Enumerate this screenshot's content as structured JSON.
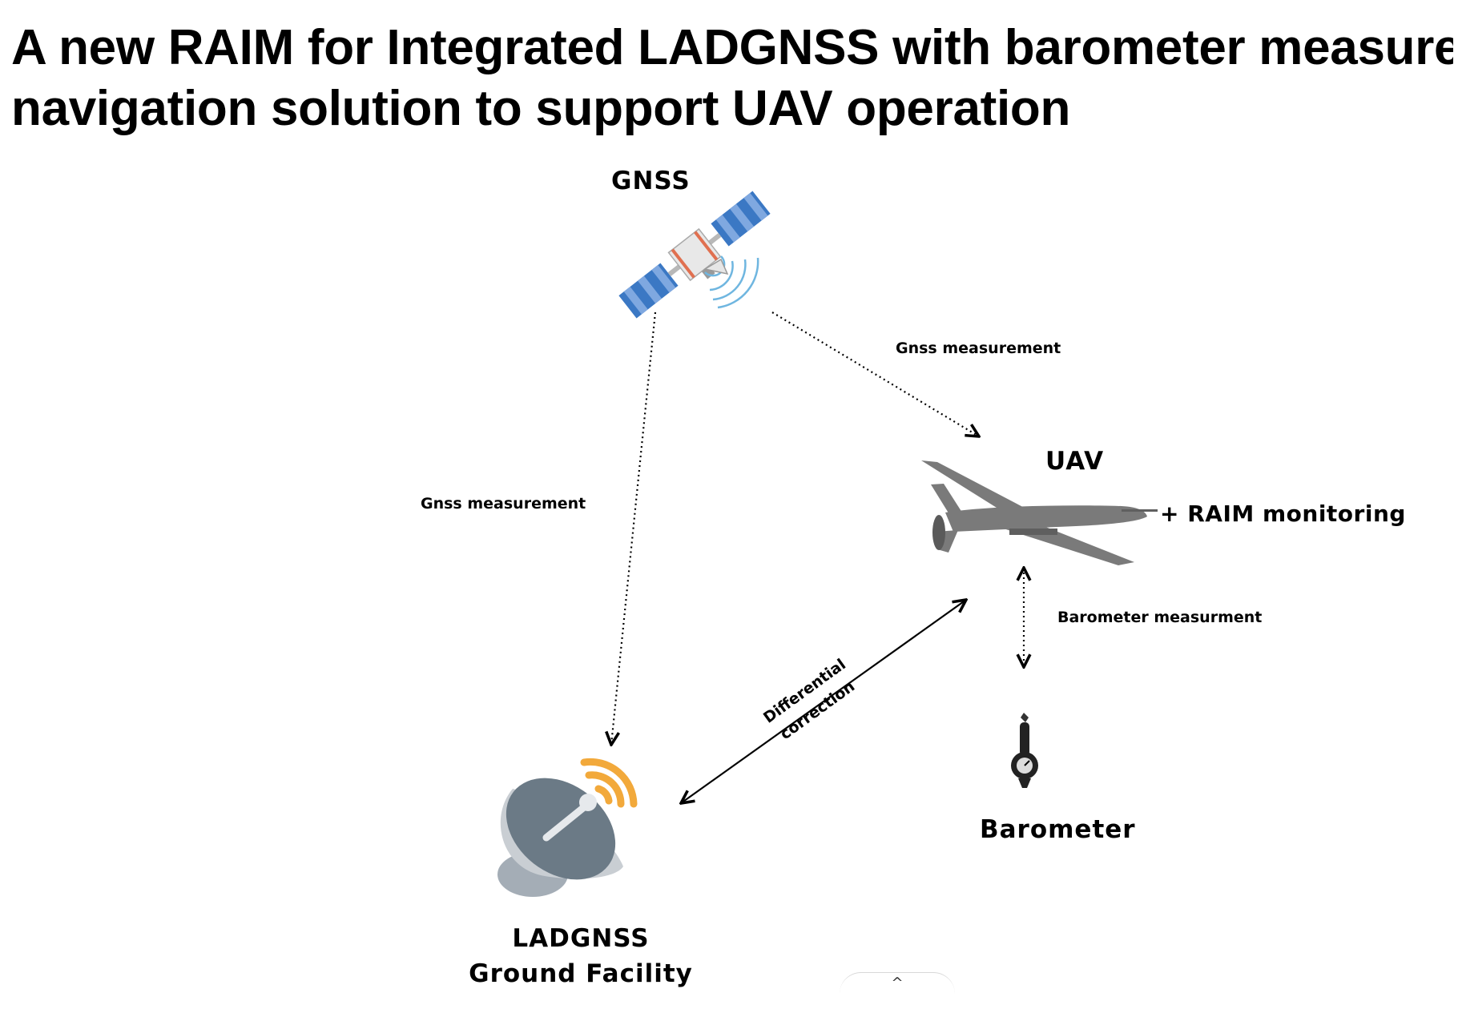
{
  "title": {
    "line1": "A new RAIM for Integrated LADGNSS with barometer measurements",
    "line2": "navigation solution to support UAV operation"
  },
  "nodes": {
    "gnss": {
      "label": "GNSS",
      "icon": "satellite-icon"
    },
    "uav": {
      "label": "UAV",
      "sublabel": "+ RAIM monitoring",
      "icon": "drone-icon"
    },
    "ground": {
      "label_line1": "LADGNSS",
      "label_line2": "Ground Facility",
      "icon": "satellite-dish-icon"
    },
    "barometer": {
      "label": "Barometer",
      "icon": "barometer-icon"
    }
  },
  "edges": {
    "gnss_to_uav": "Gnss measurement",
    "gnss_to_ground": "Gnss measurement",
    "ground_to_uav_line1": "Differential",
    "ground_to_uav_line2": "correction",
    "uav_to_barometer": "Barometer measurment"
  },
  "scroll_up": "^",
  "colors": {
    "solar_panel": "#3b78c4",
    "solar_panel_light": "#7fa8e0",
    "dish": "#6b7a86",
    "dish_light": "#c9ced3",
    "signal": "#f2a93b",
    "drone": "#7a7a7a"
  }
}
